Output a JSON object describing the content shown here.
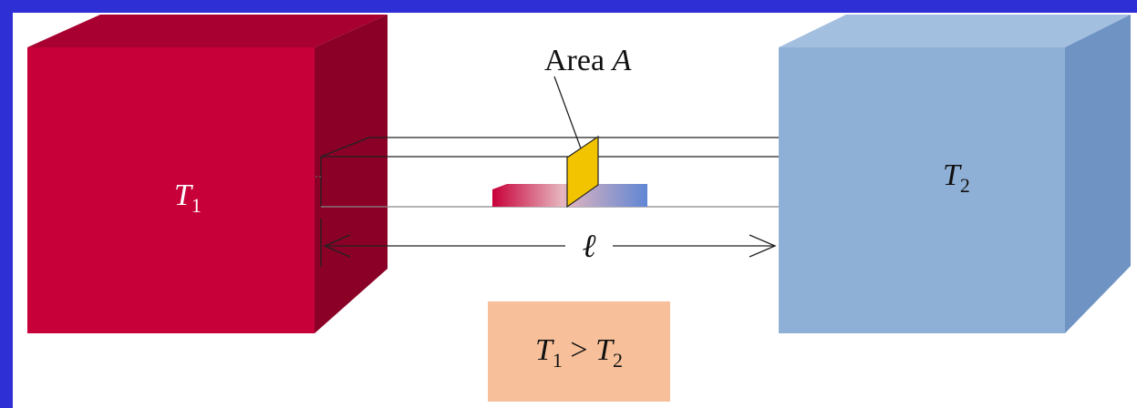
{
  "colors": {
    "frame": "#2f2fd6",
    "hot_block": "#c8003a",
    "cold_block": "#8fb0d6",
    "area_patch": "#f2c400",
    "condition_box": "#f7c09a"
  },
  "labels": {
    "area": "Area",
    "area_symbol": "A",
    "hot_temp": "T",
    "hot_temp_sub": "1",
    "cold_temp": "T",
    "cold_temp_sub": "2",
    "length": "ℓ",
    "condition_lhs": "T",
    "condition_lhs_sub": "1",
    "condition_op": " > ",
    "condition_rhs": "T",
    "condition_rhs_sub": "2"
  }
}
